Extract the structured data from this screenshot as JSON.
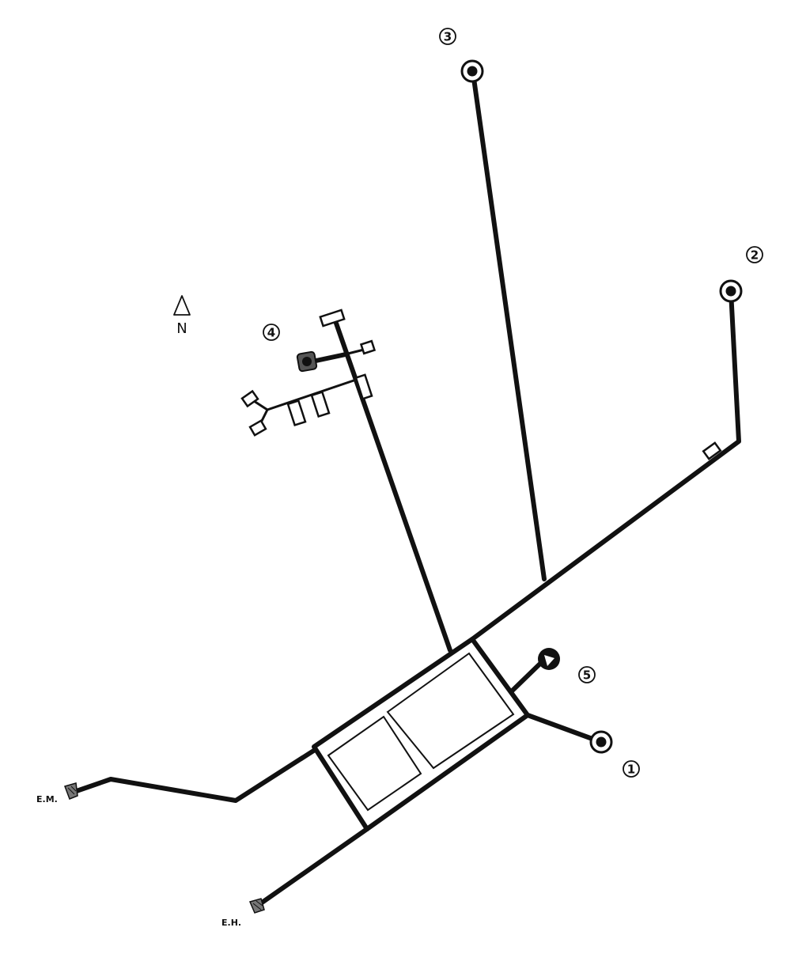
{
  "markers": {
    "m1": "1",
    "m2": "2",
    "m3": "3",
    "m4": "4",
    "m5": "5"
  },
  "labels": {
    "em": "E.M.",
    "eh": "E.H.",
    "north": "N"
  },
  "colors": {
    "line": "#111111",
    "background": "#ffffff"
  }
}
